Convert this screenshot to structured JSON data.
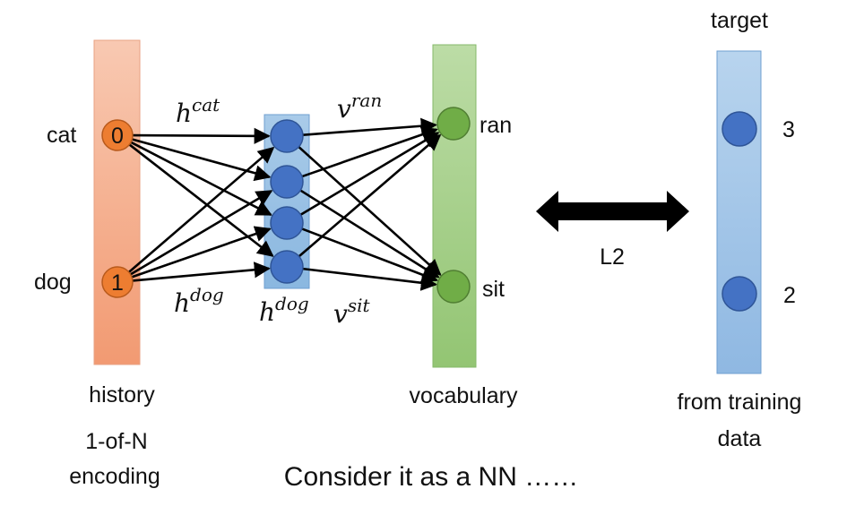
{
  "input": {
    "words": [
      "cat",
      "dog"
    ],
    "values": [
      "0",
      "1"
    ],
    "caption": "history",
    "encoding_line1": "1-of-N",
    "encoding_line2": "encoding"
  },
  "hidden": {
    "weight_label_top_base": "h",
    "weight_label_top_sup": "cat",
    "weight_label_bottom_base": "h",
    "weight_label_bottom_sup": "dog",
    "layer_label_base": "h",
    "layer_label_sup": "dog"
  },
  "output": {
    "words": [
      "ran",
      "sit"
    ],
    "caption": "vocabulary",
    "weight_label_top_base": "v",
    "weight_label_top_sup": "ran",
    "weight_label_bottom_base": "v",
    "weight_label_bottom_sup": "sit"
  },
  "loss": {
    "label": "L2"
  },
  "target": {
    "title": "target",
    "values": [
      "3",
      "2"
    ],
    "caption_line1": "from training",
    "caption_line2": "data"
  },
  "footer": {
    "text": "Consider it as a NN ……"
  },
  "colors": {
    "input_bar": "#f4b293",
    "input_node": "#ed7d31",
    "hidden_bar": "#9dc3e6",
    "hidden_node": "#4472c4",
    "output_bar": "#a9d18e",
    "output_node": "#70ad47",
    "target_bar": "#9dc3e6"
  }
}
